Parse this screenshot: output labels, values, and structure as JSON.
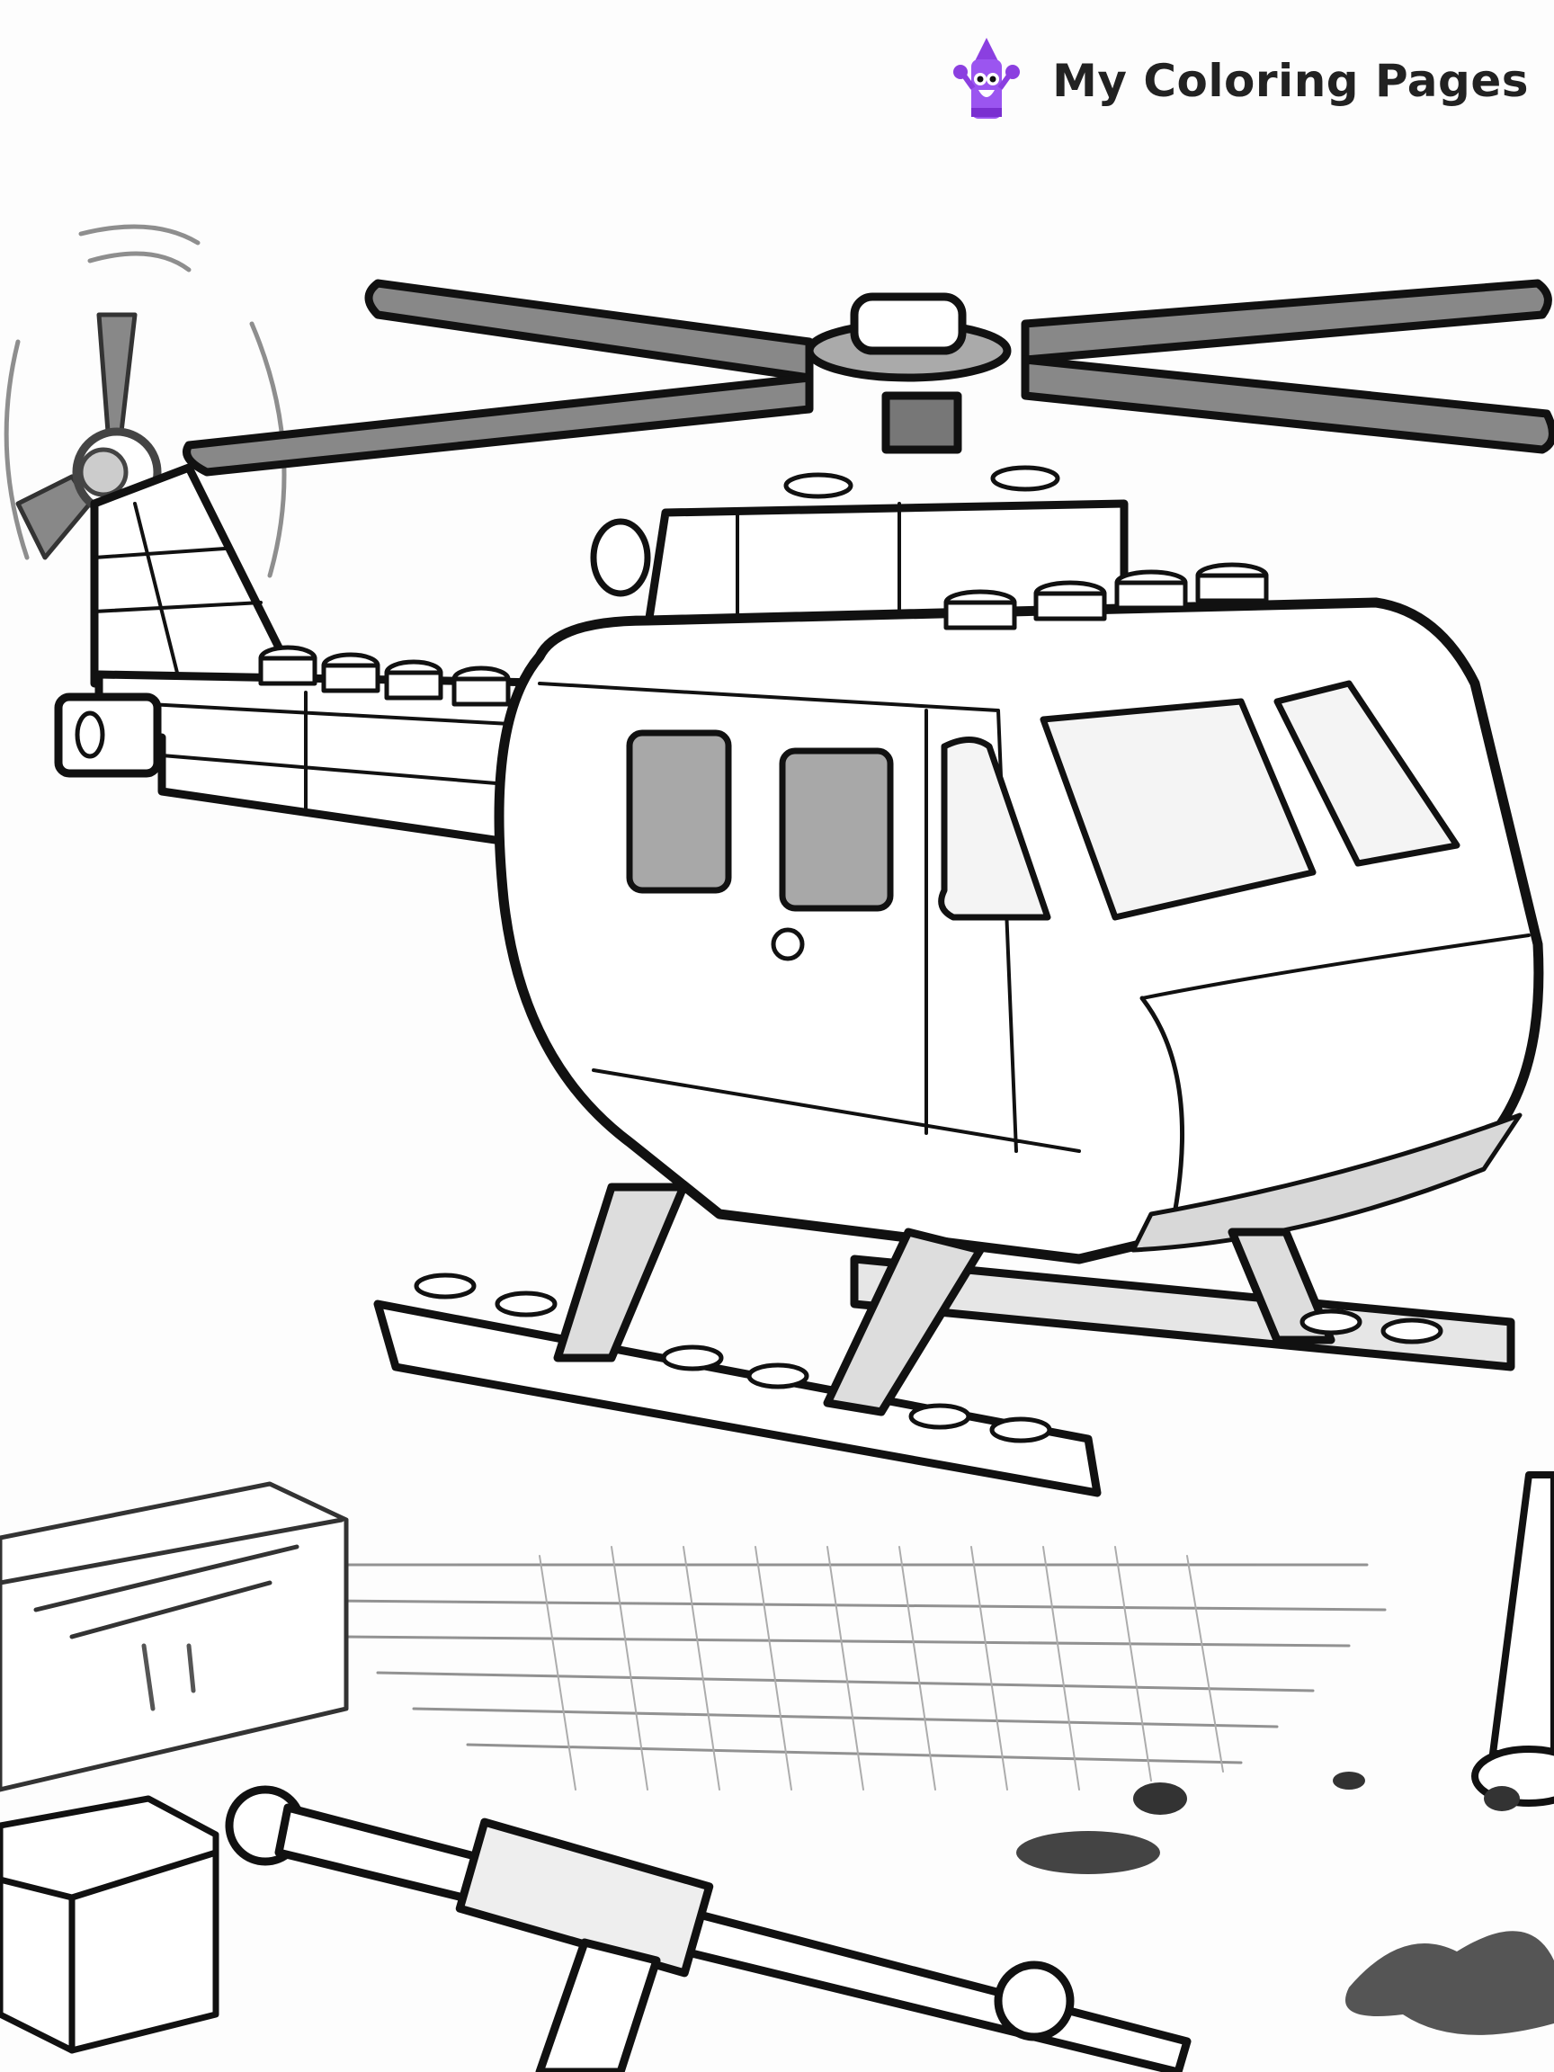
{
  "brand": {
    "name": "My Coloring Pages",
    "mascot_icon": "purple-crayon-mascot-icon",
    "mascot_color": "#8b3fe0"
  },
  "illustration": {
    "subject": "lego-style-helicopter",
    "elements": [
      "main-rotor",
      "tail-rotor",
      "tail-boom",
      "cabin",
      "windows",
      "door",
      "landing-skids",
      "crate",
      "lego-brick",
      "toy-blaster",
      "traffic-cone",
      "paint-splatters",
      "ground-shading"
    ],
    "line_color": "#111111",
    "fill_gray": "#9a9a9a"
  }
}
